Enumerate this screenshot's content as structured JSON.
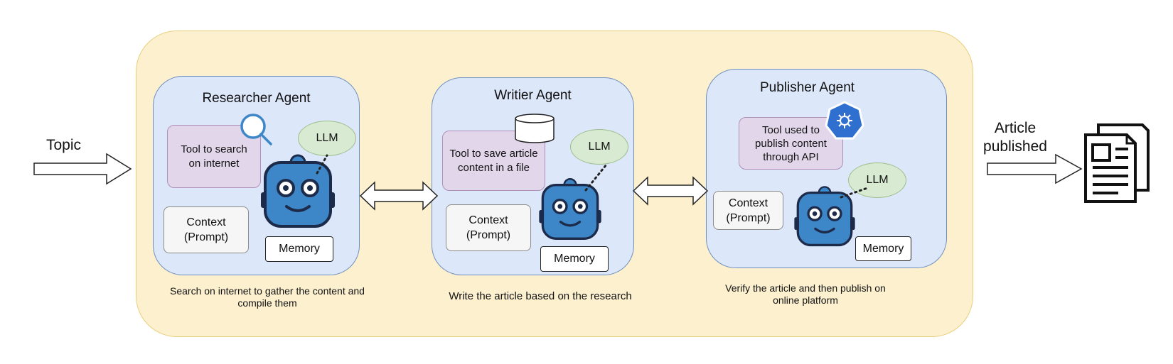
{
  "input_label": "Topic",
  "output_label": [
    "Article",
    "published"
  ],
  "agents": [
    {
      "title": "Researcher Agent",
      "tool_lines": [
        "Tool to search",
        "on internet"
      ],
      "tool_icon": "magnifier-icon",
      "llm": "LLM",
      "context_lines": [
        "Context",
        "(Prompt)"
      ],
      "memory": "Memory",
      "caption_lines": [
        "Search on internet to gather the content and",
        "compile them"
      ]
    },
    {
      "title": "Writier Agent",
      "tool_lines": [
        "Tool to save article",
        "content in a file"
      ],
      "tool_icon": "database-icon",
      "llm": "LLM",
      "context_lines": [
        "Context",
        "(Prompt)"
      ],
      "memory": "Memory",
      "caption_lines": [
        "Write the article based on the research"
      ]
    },
    {
      "title": "Publisher Agent",
      "tool_lines": [
        "Tool used to",
        "publish content",
        "through API"
      ],
      "tool_icon": "api-gear-hexagon-icon",
      "llm": "LLM",
      "context_lines": [
        "Context",
        "(Prompt)"
      ],
      "memory": "Memory",
      "caption_lines": [
        "Verify the article and then publish on",
        "online platform"
      ]
    }
  ],
  "icons": [
    "robot-icon",
    "document-icon",
    "arrow-right-icon",
    "double-arrow-icon"
  ],
  "colors": {
    "outer_fill": "#fcf0cf",
    "agent_fill": "#dde7fa",
    "tool_fill": "#e2d6ea",
    "llm_fill": "#d8ead2",
    "robot_blue": "#3d86c8"
  }
}
